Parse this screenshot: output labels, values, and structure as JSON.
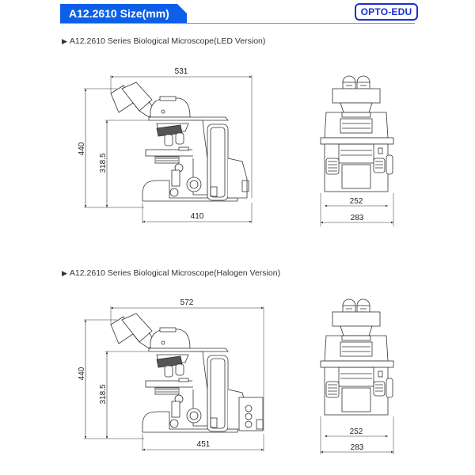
{
  "header": {
    "title": "A12.2610 Size(mm)",
    "brand_logo": "OPTO-EDU",
    "accent_color": "#0d5fe8",
    "logo_color": "#1a2fd0"
  },
  "sections": [
    {
      "marker": "▶",
      "title": "A12.2610 Series Biological Microscope(LED Version)",
      "side_view": {
        "total_length": "531",
        "total_height": "440",
        "stage_height": "318.5",
        "base_length": "410"
      },
      "front_view": {
        "base_width": "252",
        "total_width": "283"
      }
    },
    {
      "marker": "▶",
      "title": "A12.2610 Series Biological Microscope(Halogen Version)",
      "side_view": {
        "total_length": "572",
        "total_height": "440",
        "stage_height": "318.5",
        "base_length": "451"
      },
      "front_view": {
        "base_width": "252",
        "total_width": "283"
      }
    }
  ]
}
